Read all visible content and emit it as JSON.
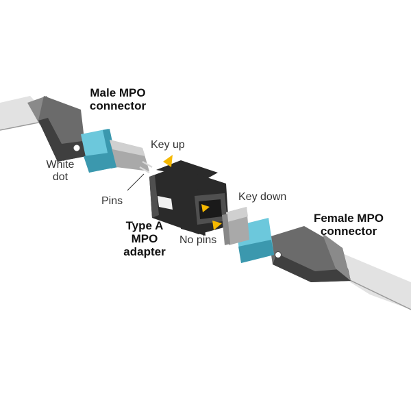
{
  "labels": {
    "male_connector": [
      "Male MPO",
      "connector"
    ],
    "white_dot": [
      "White",
      "dot"
    ],
    "pins": "Pins",
    "key_up": "Key up",
    "adapter": [
      "Type A",
      "MPO",
      "adapter"
    ],
    "no_pins": "No pins",
    "key_down": "Key down",
    "female_connector": [
      "Female MPO",
      "connector"
    ]
  },
  "colors": {
    "cable": "#e2e2e2",
    "cable_edge": "#9a9a9a",
    "boot": "#6b6b6b",
    "boot_dark": "#3f3f3f",
    "boot_light": "#8a8a8a",
    "housing": "#6cc8dc",
    "housing_dark": "#3b98ae",
    "ferrule": "#a9a9a9",
    "ferrule_light": "#d0d0d0",
    "adapter": "#2a2a2a",
    "adapter_light": "#505050",
    "key_marker": "#f5b800",
    "pin": "#d8d8d8"
  },
  "icons": [
    "key-up-marker-icon",
    "key-down-marker-icon",
    "white-dot-icon"
  ]
}
